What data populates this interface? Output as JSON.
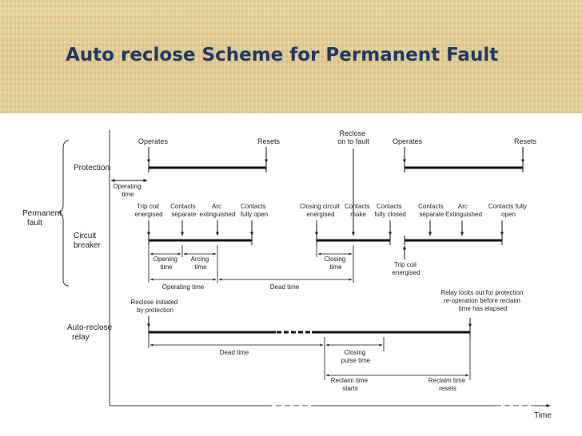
{
  "title": "Auto reclose Scheme for Permanent Fault",
  "diagram": {
    "side_labels": {
      "permanent_fault": [
        "Permanent",
        "fault"
      ],
      "protection": "Protection",
      "circuit_breaker": [
        "Circuit",
        "breaker"
      ],
      "auto_reclose_relay": [
        "Auto-reclose",
        "relay"
      ]
    },
    "protection": {
      "operates_1": "Operates",
      "resets_1": "Resets",
      "reclose_on_fault": [
        "Reclose",
        "on to fault"
      ],
      "operates_2": "Operates",
      "resets_2": "Resets",
      "operating_time": [
        "Operating",
        "time"
      ]
    },
    "breaker": {
      "trip_coil_energised": [
        "Trip coil",
        "energised"
      ],
      "contacts_separate_1": [
        "Contacts",
        "separate"
      ],
      "arc_extinguished_1": [
        "Arc",
        "extinguished"
      ],
      "contacts_fully_open_1": [
        "Contacts",
        "fully open"
      ],
      "closing_circuit_energised": [
        "Closing circuit",
        "energised"
      ],
      "contacts_make": [
        "Contacts",
        "make"
      ],
      "contacts_fully_closed": [
        "Contacts",
        "fully closed"
      ],
      "contacts_separate_2": [
        "Contacts",
        "separate"
      ],
      "arc_extinguished_2": [
        "Arc",
        "Extinguished"
      ],
      "contacts_fully_open_2": [
        "Contacts fully",
        "open"
      ],
      "opening_time": [
        "Opening",
        "time"
      ],
      "arcing_time": [
        "Arcing",
        "time"
      ],
      "closing_time": [
        "Closing",
        "time"
      ],
      "trip_coil_energised_2": [
        "Trip coil",
        "energised"
      ],
      "operating_time": "Operating time",
      "dead_time": "Dead time"
    },
    "relay": {
      "reclose_initiated": [
        "Reclose initiated",
        "by protection"
      ],
      "relay_locks_out": [
        "Relay locks out for protection",
        "re-operation before reclaim",
        "time has elapsed"
      ],
      "dead_time": "Dead time",
      "closing_pulse_time": [
        "Closing",
        "pulse time"
      ],
      "reclaim_time_starts": [
        "Reclaim time",
        "starts"
      ],
      "reclaim_time_resets": [
        "Reclaim time",
        "resets"
      ]
    },
    "axis_label": "Time"
  }
}
